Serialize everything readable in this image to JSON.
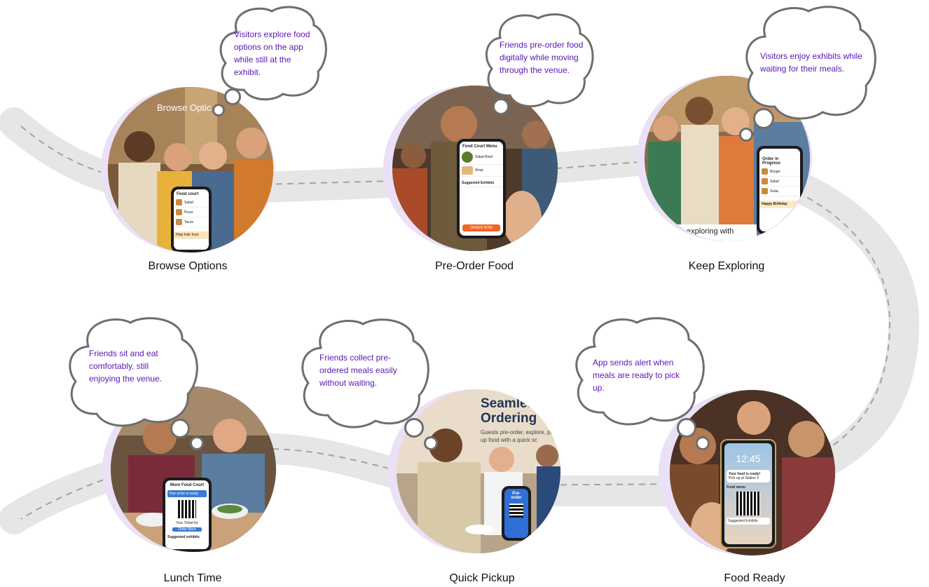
{
  "colors": {
    "track": "#e6e6e6",
    "dash": "#a3a3a3",
    "halo": "#ebe1f6",
    "cloud_stroke": "#6e6e6e",
    "cloud_text": "#5b16b5",
    "label": "#111111"
  },
  "stages": [
    {
      "label": "Browse Options",
      "thought": "Visitors explore food options on the app while still at the exhibit.",
      "overlay": "Browse Optic",
      "phone": {
        "title": "Food court",
        "items": [
          "Salad",
          "Pizza",
          "Tacos"
        ],
        "footer": "Help hide food"
      }
    },
    {
      "label": "Pre-Order Food",
      "thought": "Friends pre-order food digitally while moving through the venue.",
      "phone": {
        "title": "Food Court Menu",
        "items": [
          "Salad Bowl",
          "Wrap"
        ],
        "section": "Suggested Exhibits",
        "button": "ORDER NOW"
      }
    },
    {
      "label": "Keep Exploring",
      "thought": "Visitors enjoy exhibits while waiting for their meals.",
      "overlay": "exploring with",
      "phone": {
        "title": "Order in Progress",
        "items": [
          "Burger",
          "Salad",
          "Soda"
        ],
        "footer": "Happy Birthday"
      }
    },
    {
      "label": "Food Ready",
      "thought": "App sends alert when meals are ready to pick up.",
      "phone": {
        "time": "12:45",
        "alert": "Your food is ready!",
        "alert_sub": "Pick up at Station 3",
        "section": "Food menu",
        "footer": "Suggested Exhibits"
      }
    },
    {
      "label": "Quick Pickup",
      "thought": "Friends collect pre-ordered meals easily without waiting.",
      "headline": "Seamles Ordering",
      "subline": "Guests pre-order, explore, pick up food with a quick sc",
      "phone": {
        "title": "Pre-order"
      }
    },
    {
      "label": "Lunch Time",
      "thought": "Friends sit and eat comfortably, still enjoying the venue.",
      "phone": {
        "title": "More Food Court",
        "banner": "Your order is ready",
        "caption": "Your Ticket for",
        "button": "Order More",
        "footer": "Suggested exhibits"
      }
    }
  ]
}
